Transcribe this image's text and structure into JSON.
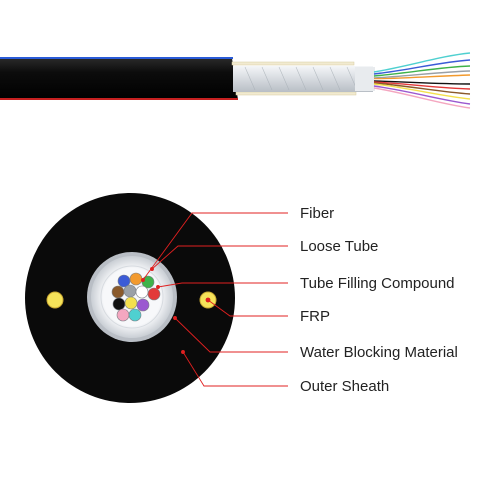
{
  "labels": {
    "fiber": "Fiber",
    "loose_tube": "Loose Tube",
    "tube_filling_compound": "Tube Filling Compound",
    "frp": "FRP",
    "water_blocking_material": "Water Blocking Material",
    "outer_sheath": "Outer Sheath"
  },
  "colors": {
    "sheath": "#0a0a0a",
    "loose_tube_fill": "#eef0f2",
    "frp": "#f5e35a",
    "leader": "#e02020",
    "fiber_colors": [
      "#3b5bd6",
      "#f29a2e",
      "#3fb24a",
      "#8a5a2b",
      "#9aa0a6",
      "#ffffff",
      "#e23a3a",
      "#111111",
      "#f4e04d",
      "#9b59d0",
      "#f4a7c0",
      "#4fd0d0"
    ]
  }
}
